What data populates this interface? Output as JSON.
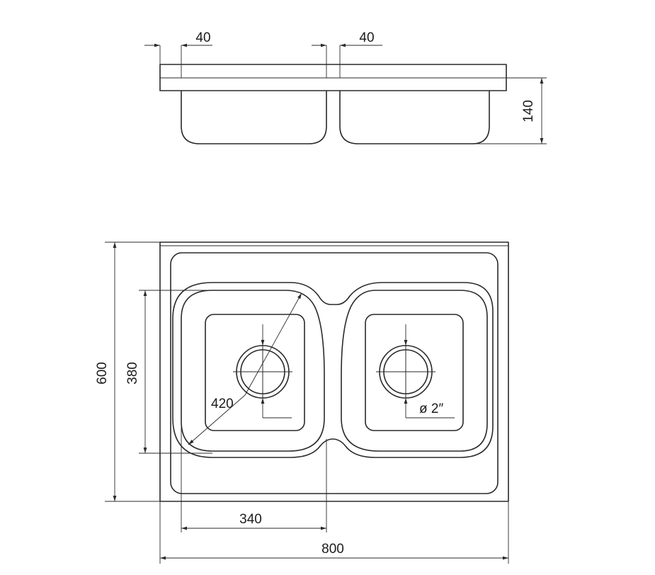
{
  "drawing": {
    "side_view": {
      "dim_left_rim": "40",
      "dim_center_rim": "40",
      "dim_depth": "140"
    },
    "top_view": {
      "dim_overall_depth": "600",
      "dim_bowl_depth": "380",
      "dim_diagonal": "420",
      "dim_bowl_width": "340",
      "dim_overall_width": "800",
      "drain_size": "ø 2″"
    }
  }
}
